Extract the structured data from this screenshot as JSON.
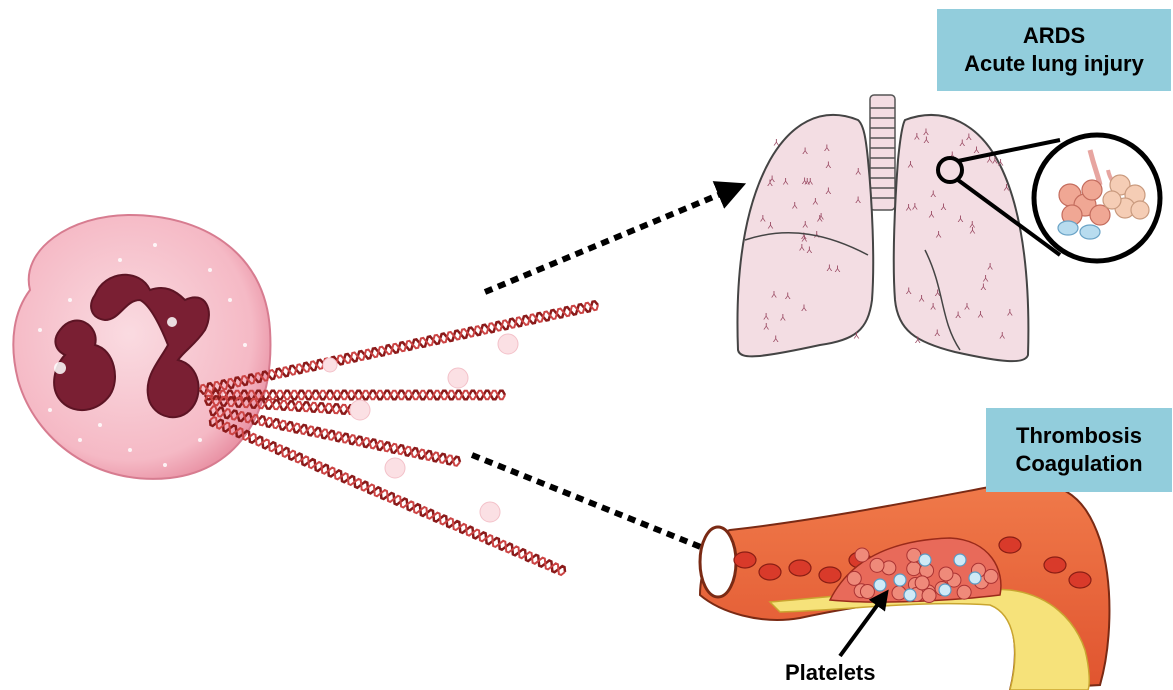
{
  "labels": {
    "ards_title": "ARDS",
    "ards_subtitle": "Acute lung injury",
    "thrombosis_title": "Thrombosis",
    "thrombosis_subtitle": "Coagulation",
    "platelets": "Platelets"
  },
  "colors": {
    "label_box": "#92cddc",
    "dna_strand": "#8b1a1a",
    "nucleus": "#7a1f33",
    "cell_body": "#f4b6c2",
    "lung_fill": "#f3dde3",
    "vessel_wall": "#d94a2a",
    "plaque": "#f6e27a"
  }
}
